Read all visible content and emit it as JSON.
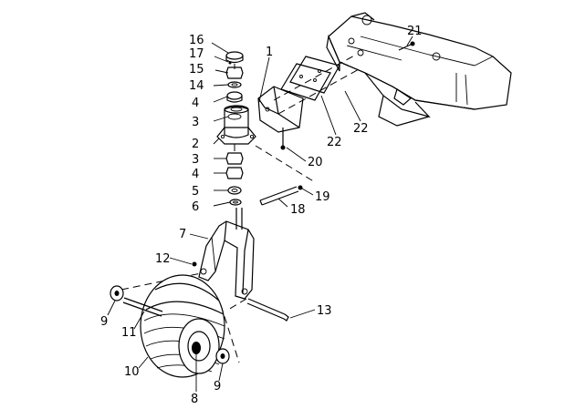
{
  "diagram": {
    "callouts": [
      {
        "id": "c16",
        "text": "16"
      },
      {
        "id": "c17",
        "text": "17"
      },
      {
        "id": "c15",
        "text": "15"
      },
      {
        "id": "c14",
        "text": "14"
      },
      {
        "id": "c4a",
        "text": "4"
      },
      {
        "id": "c3a",
        "text": "3"
      },
      {
        "id": "c2",
        "text": "2"
      },
      {
        "id": "c3b",
        "text": "3"
      },
      {
        "id": "c4b",
        "text": "4"
      },
      {
        "id": "c5",
        "text": "5"
      },
      {
        "id": "c6",
        "text": "6"
      },
      {
        "id": "c1",
        "text": "1"
      },
      {
        "id": "c21",
        "text": "21"
      },
      {
        "id": "c22a",
        "text": "22"
      },
      {
        "id": "c22b",
        "text": "22"
      },
      {
        "id": "c20",
        "text": "20"
      },
      {
        "id": "c19",
        "text": "19"
      },
      {
        "id": "c18",
        "text": "18"
      },
      {
        "id": "c7",
        "text": "7"
      },
      {
        "id": "c12",
        "text": "12"
      },
      {
        "id": "c13",
        "text": "13"
      },
      {
        "id": "c9a",
        "text": "9"
      },
      {
        "id": "c11",
        "text": "11"
      },
      {
        "id": "c10",
        "text": "10"
      },
      {
        "id": "c8",
        "text": "8"
      },
      {
        "id": "c9b",
        "text": "9"
      }
    ]
  }
}
